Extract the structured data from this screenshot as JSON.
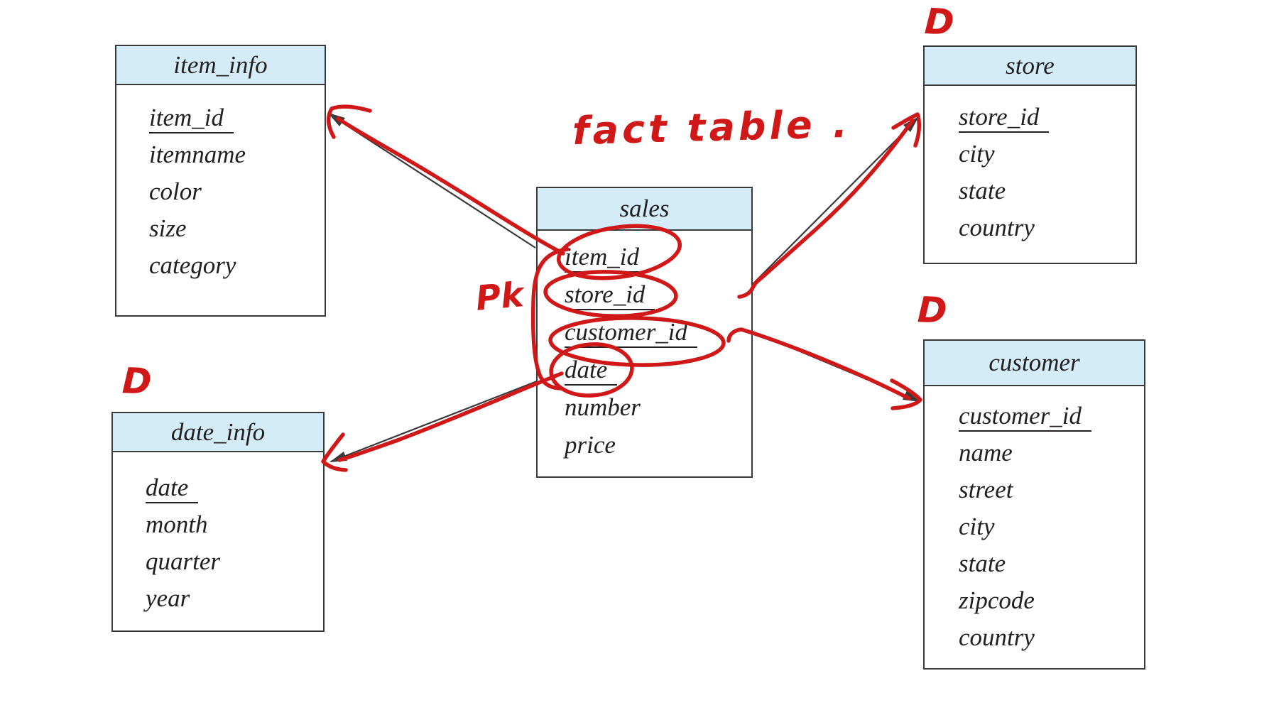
{
  "colors": {
    "header_fill": "#d3ecf8",
    "box_border": "#3a3a3a",
    "field_text": "#231f20",
    "ink_red": "#d01818"
  },
  "tables": {
    "item_info": {
      "title": "item_info",
      "fields": [
        "item_id",
        "itemname",
        "color",
        "size",
        "category"
      ],
      "key_fields": [
        "item_id"
      ]
    },
    "store": {
      "title": "store",
      "fields": [
        "store_id",
        "city",
        "state",
        "country"
      ],
      "key_fields": [
        "store_id"
      ]
    },
    "sales": {
      "title": "sales",
      "fields": [
        "item_id",
        "store_id",
        "customer_id",
        "date",
        "number",
        "price"
      ],
      "key_fields": [
        "item_id",
        "store_id",
        "customer_id",
        "date"
      ]
    },
    "date_info": {
      "title": "date_info",
      "fields": [
        "date",
        "month",
        "quarter",
        "year"
      ],
      "key_fields": [
        "date"
      ]
    },
    "customer": {
      "title": "customer",
      "fields": [
        "customer_id",
        "name",
        "street",
        "city",
        "state",
        "zipcode",
        "country"
      ],
      "key_fields": [
        "customer_id"
      ]
    }
  },
  "annotations": {
    "fact_table_note": "fact table .",
    "primary_key_note": "Pk",
    "dimension_marks": {
      "store": "D",
      "customer": "D",
      "date_info": "D"
    }
  }
}
